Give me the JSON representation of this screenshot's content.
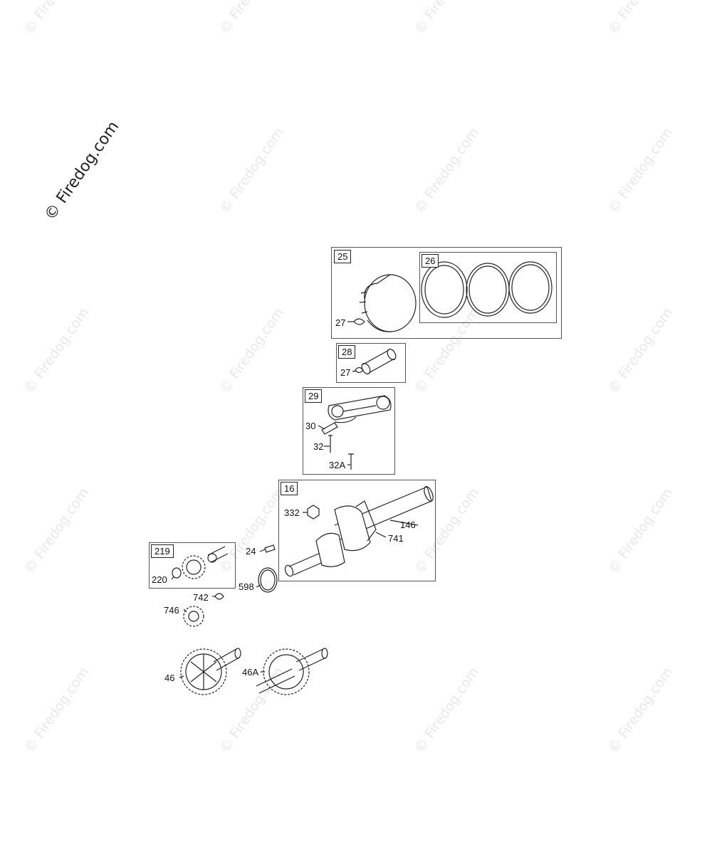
{
  "watermark": {
    "main": "© Firedog.com",
    "tile": "© Firedog.com"
  },
  "groups": {
    "g25": "25",
    "g26": "26",
    "g28": "28",
    "g29": "29",
    "g16": "16",
    "g219": "219"
  },
  "labels": {
    "p27a": "27",
    "p27b": "27",
    "p30": "30",
    "p32": "32",
    "p32a": "32A",
    "p332": "332",
    "p146": "146",
    "p741": "741",
    "p24": "24",
    "p598": "598",
    "p220": "220",
    "p742": "742",
    "p746": "746",
    "p46": "46",
    "p46a": "46A"
  }
}
